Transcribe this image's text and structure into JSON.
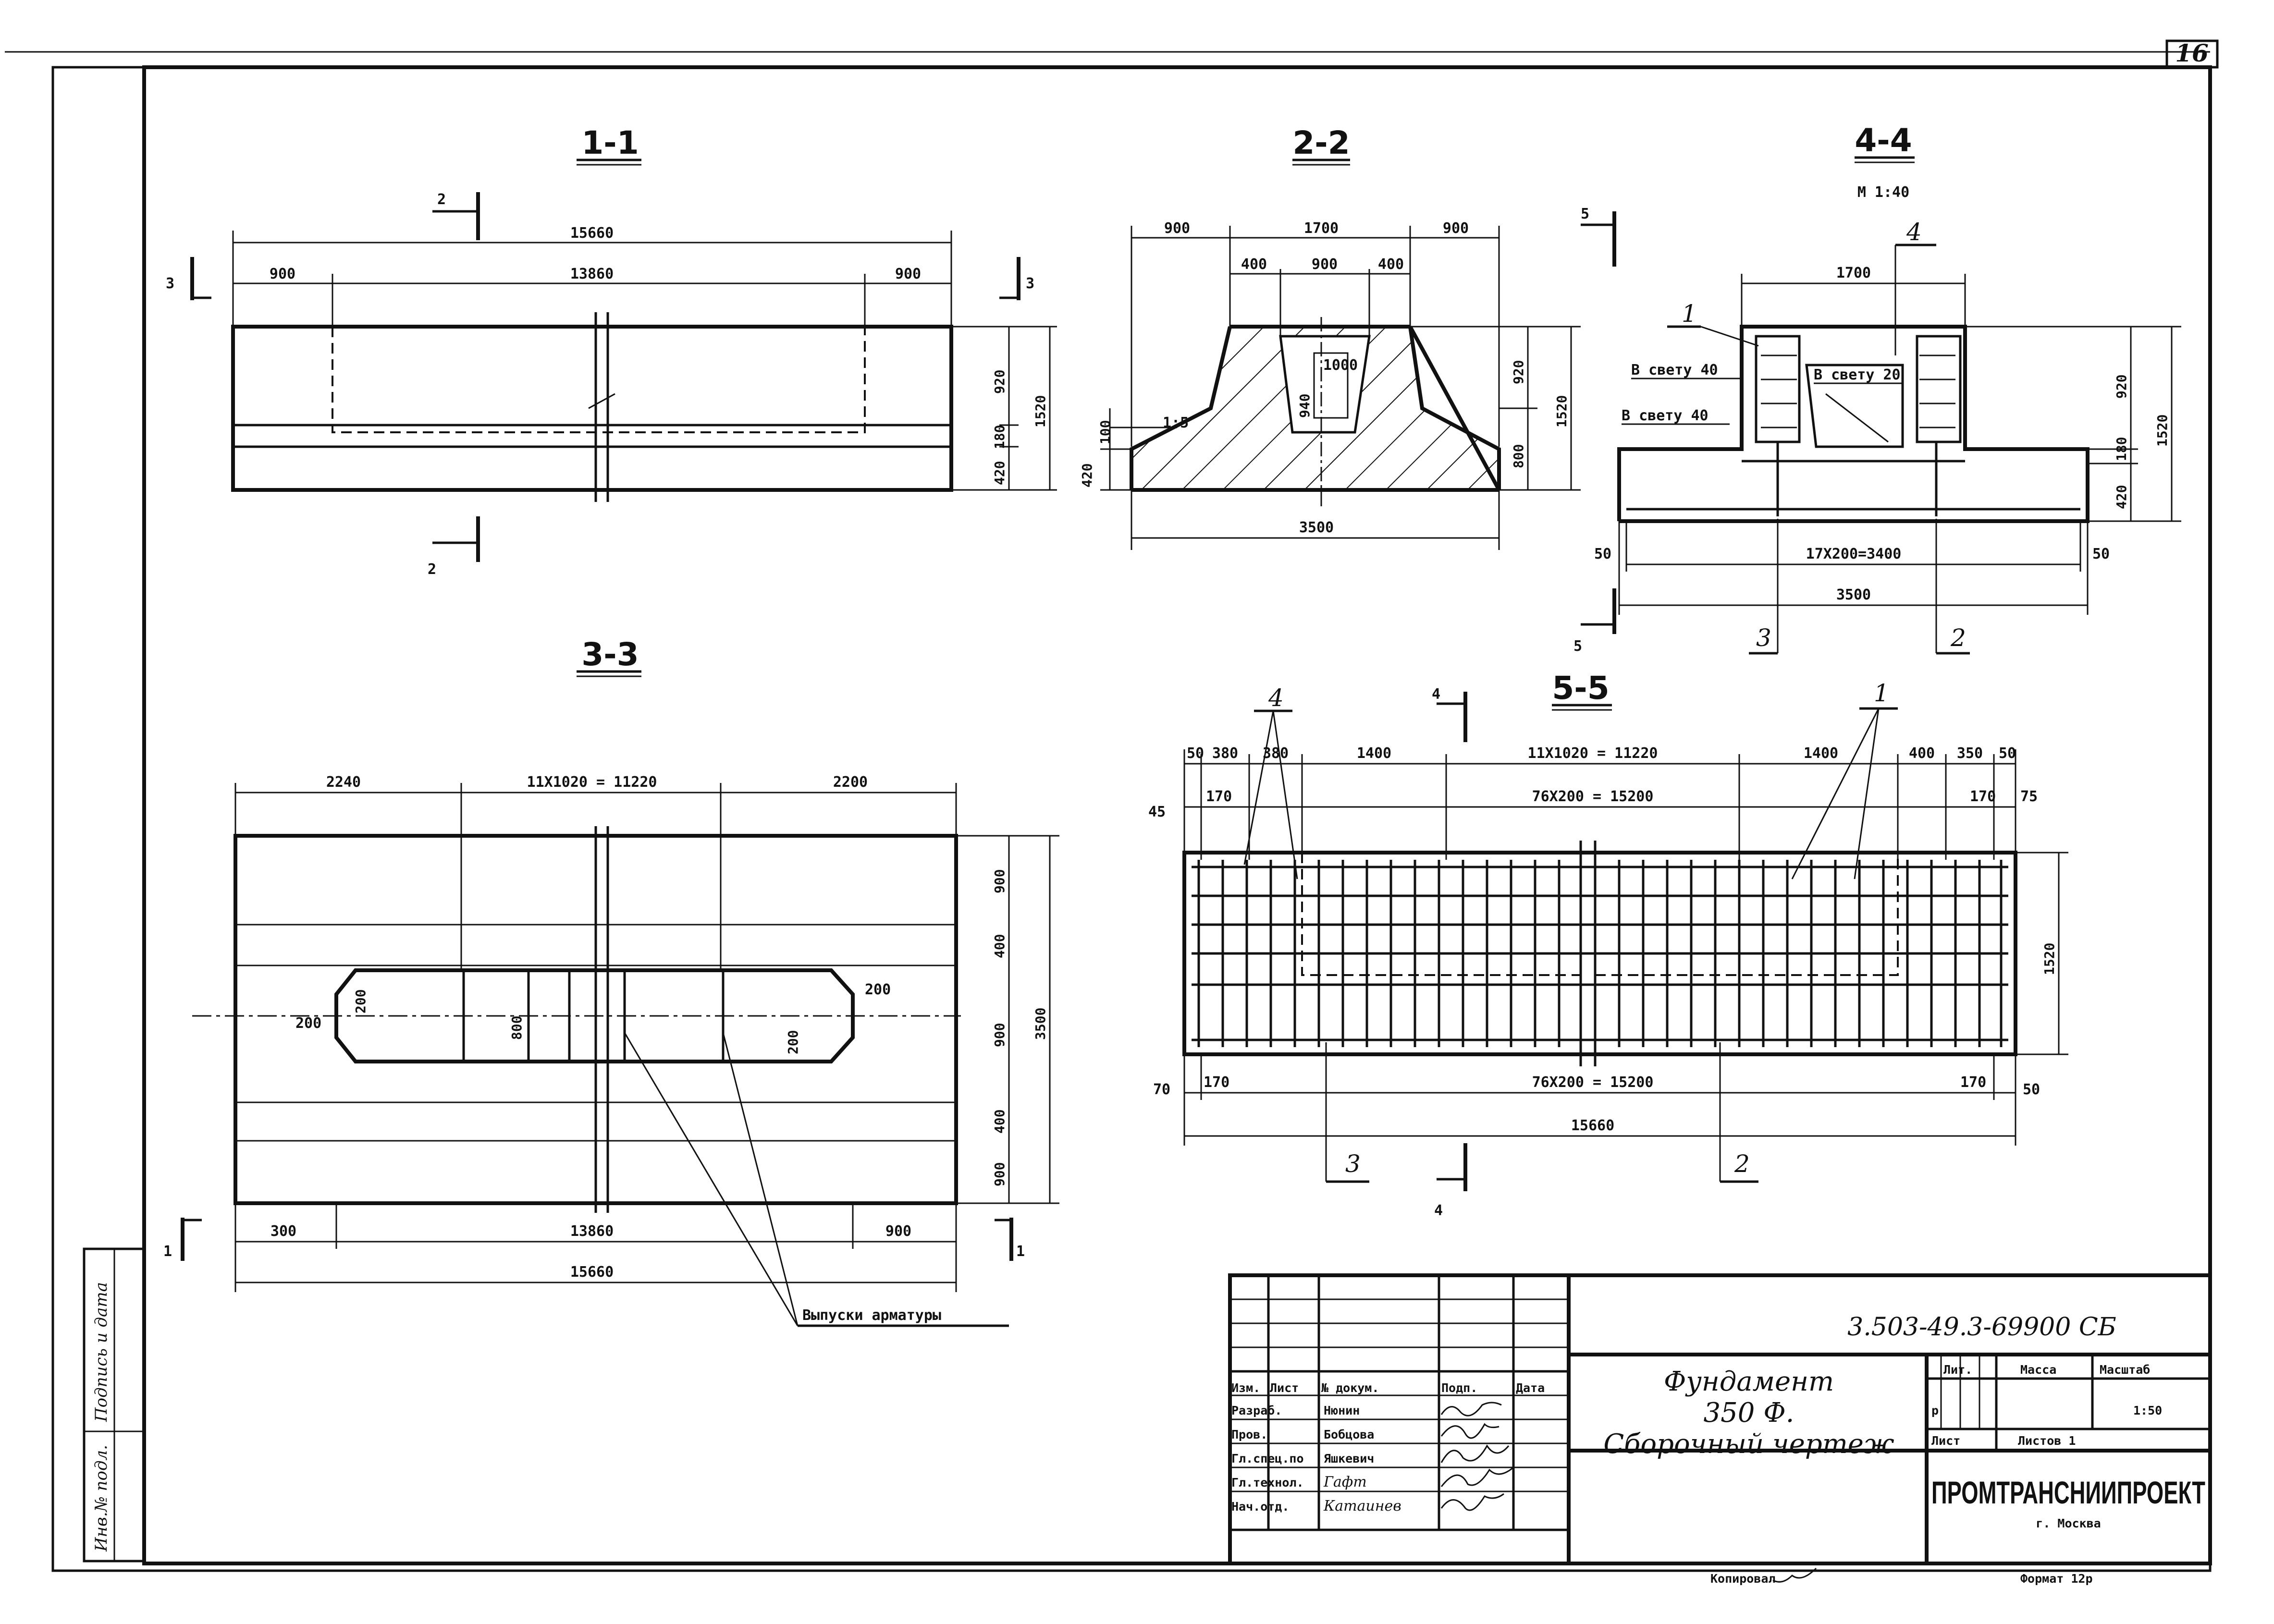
{
  "sheet": {
    "number": "16",
    "doc_code": "3.503-49.3-69900 СБ",
    "title_line1": "Фундамент",
    "title_line2": "350 Ф.",
    "title_line3": "Сборочный чертеж",
    "organization": "ПРОМТРАНСНИИПРОЕКТ",
    "city": "г. Москва",
    "copied": "Копировал",
    "format": "Формат 12р"
  },
  "stamp": {
    "header": [
      "Изм.",
      "Лист",
      "№ докум.",
      "Подп.",
      "Дата"
    ],
    "roles": [
      "Разраб.",
      "Пров.",
      "Гл.спец.по",
      "Гл.технол.",
      "Нач.отд."
    ],
    "names": [
      "Нюнин",
      "Бобцова",
      "Яшкевич",
      "Гафт",
      "Катаинев"
    ],
    "lit_header": [
      "Лит.",
      "Масса",
      "Масштаб"
    ],
    "lit_value": "р",
    "scale": "1:50",
    "sheet_label": "Лист",
    "sheets_label": "Листов 1"
  },
  "side_stamp": [
    "Инв.№ подл.",
    "Подпись и дата"
  ],
  "views": {
    "v11": {
      "title": "1-1",
      "dims": [
        "15660",
        "900",
        "13860",
        "900",
        "920",
        "180",
        "420",
        "1520"
      ],
      "section_marks": [
        "2",
        "2",
        "3",
        "3"
      ]
    },
    "v22": {
      "title": "2-2",
      "dims_top": [
        "900",
        "1700",
        "900",
        "400",
        "900",
        "400",
        "1000"
      ],
      "dims_side": [
        "920",
        "1520",
        "800",
        "420",
        "100",
        "940"
      ],
      "slope": "1:5",
      "bottom": "3500"
    },
    "v44": {
      "title": "4-4",
      "scale": "М 1:40",
      "dims": [
        "1700",
        "17X200=3400",
        "3500",
        "50",
        "50",
        "920",
        "180",
        "420",
        "1520"
      ],
      "notes": [
        "В свету 40",
        "В свету 20",
        "В свету 40"
      ],
      "callouts": [
        "1",
        "4",
        "3",
        "2"
      ],
      "section_marks": [
        "5",
        "5"
      ]
    },
    "v33": {
      "title": "3-3",
      "dims_top": [
        "2240",
        "11X1020 = 11220",
        "2200"
      ],
      "dims_right": [
        "900",
        "400",
        "900",
        "400",
        "900",
        "3500"
      ],
      "inner": [
        "200",
        "200",
        "800",
        "200",
        "200"
      ],
      "dims_bottom": [
        "300",
        "13860",
        "900",
        "15660"
      ],
      "note": "Выпуски арматуры",
      "marks": [
        "1",
        "1"
      ]
    },
    "v55": {
      "title": "5-5",
      "dims_top": [
        "50",
        "380",
        "380",
        "1400",
        "11X1020 = 11220",
        "1400",
        "400",
        "350",
        "50"
      ],
      "dims_second": [
        "45",
        "170",
        "76X200 = 15200",
        "170",
        "75"
      ],
      "dims_bottom": [
        "70",
        "170",
        "76X200 = 15200",
        "170",
        "50",
        "15660"
      ],
      "dims_side": [
        "1520"
      ],
      "callouts": [
        "4",
        "1",
        "3",
        "2"
      ],
      "section_marks": [
        "4",
        "4"
      ]
    }
  }
}
